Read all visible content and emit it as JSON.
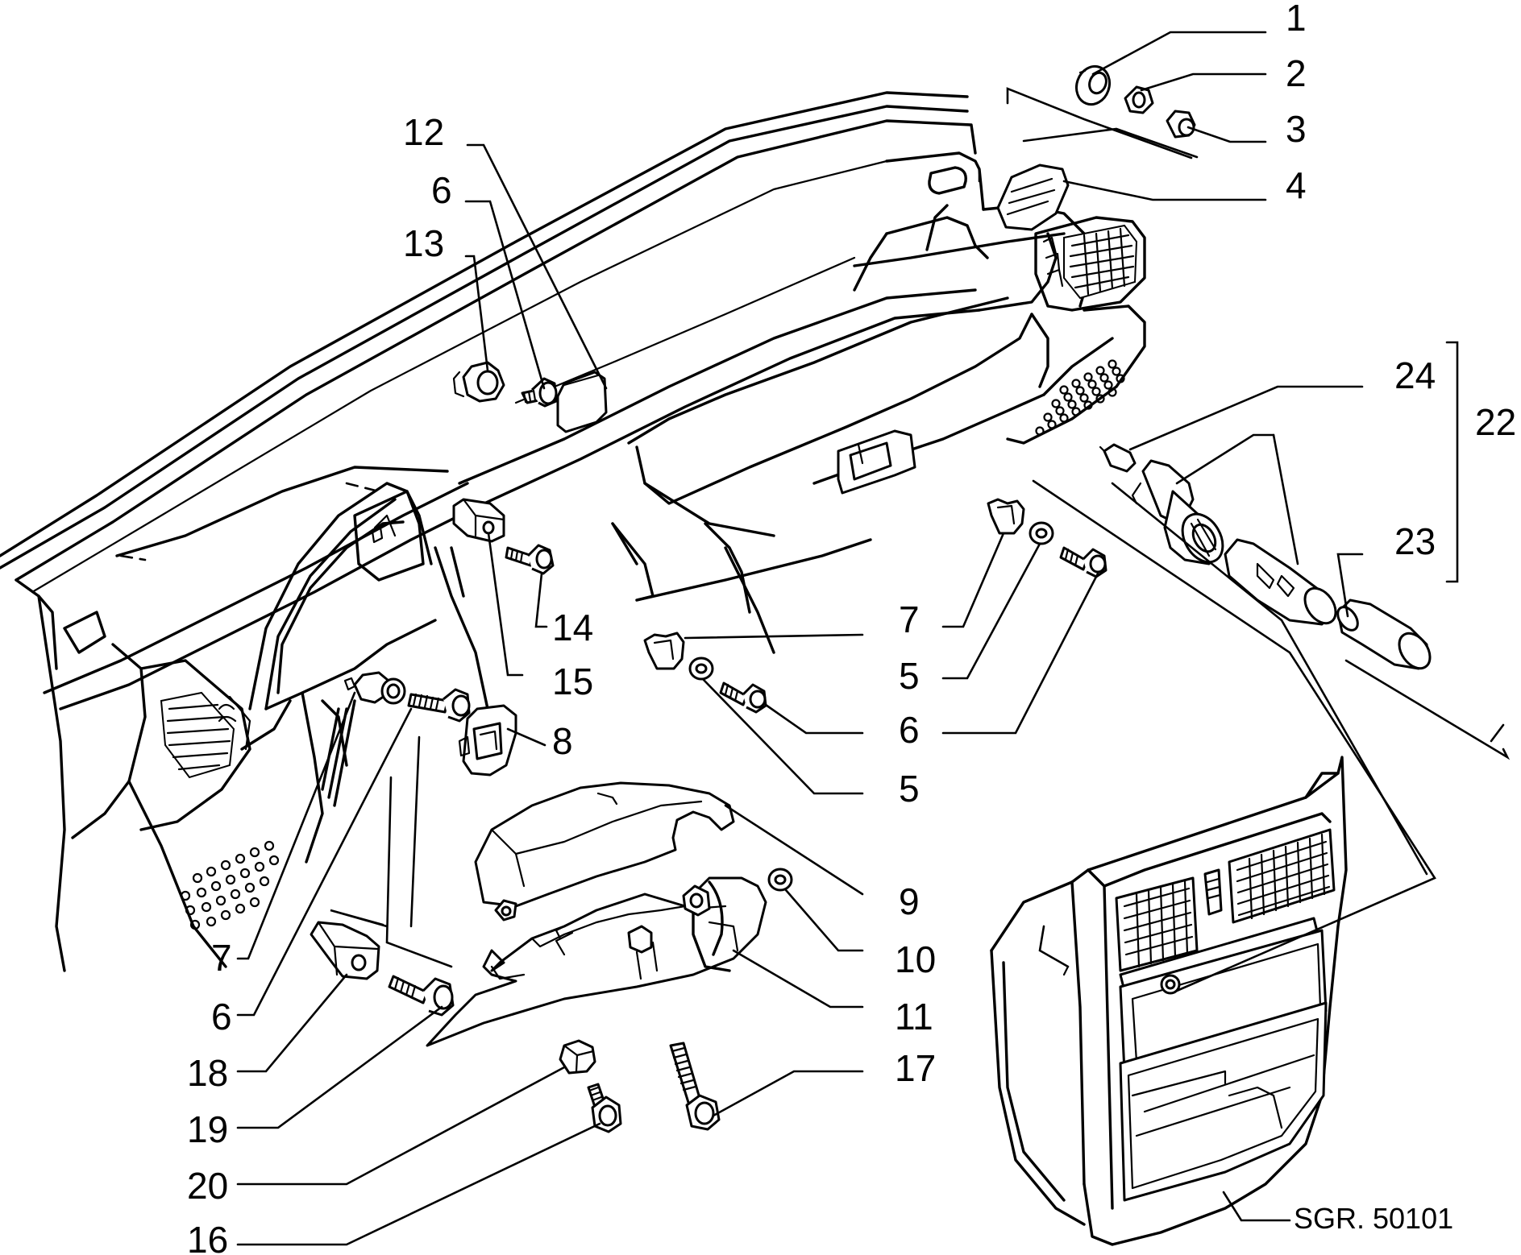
{
  "figure": {
    "reference": "SGR. 50101"
  },
  "callouts": [
    {
      "id": "c1",
      "label": "1"
    },
    {
      "id": "c2",
      "label": "2"
    },
    {
      "id": "c3",
      "label": "3"
    },
    {
      "id": "c4",
      "label": "4"
    },
    {
      "id": "c12",
      "label": "12"
    },
    {
      "id": "c6a",
      "label": "6"
    },
    {
      "id": "c13",
      "label": "13"
    },
    {
      "id": "c24",
      "label": "24"
    },
    {
      "id": "c22",
      "label": "22"
    },
    {
      "id": "c23",
      "label": "23"
    },
    {
      "id": "c14",
      "label": "14"
    },
    {
      "id": "c15",
      "label": "15"
    },
    {
      "id": "c7a",
      "label": "7"
    },
    {
      "id": "c5a",
      "label": "5"
    },
    {
      "id": "c6b",
      "label": "6"
    },
    {
      "id": "c5b",
      "label": "5"
    },
    {
      "id": "c8",
      "label": "8"
    },
    {
      "id": "c9",
      "label": "9"
    },
    {
      "id": "c10",
      "label": "10"
    },
    {
      "id": "c11",
      "label": "11"
    },
    {
      "id": "c17",
      "label": "17"
    },
    {
      "id": "c7b",
      "label": "7"
    },
    {
      "id": "c6c",
      "label": "6"
    },
    {
      "id": "c18",
      "label": "18"
    },
    {
      "id": "c19",
      "label": "19"
    },
    {
      "id": "c20",
      "label": "20"
    },
    {
      "id": "c16",
      "label": "16"
    }
  ]
}
